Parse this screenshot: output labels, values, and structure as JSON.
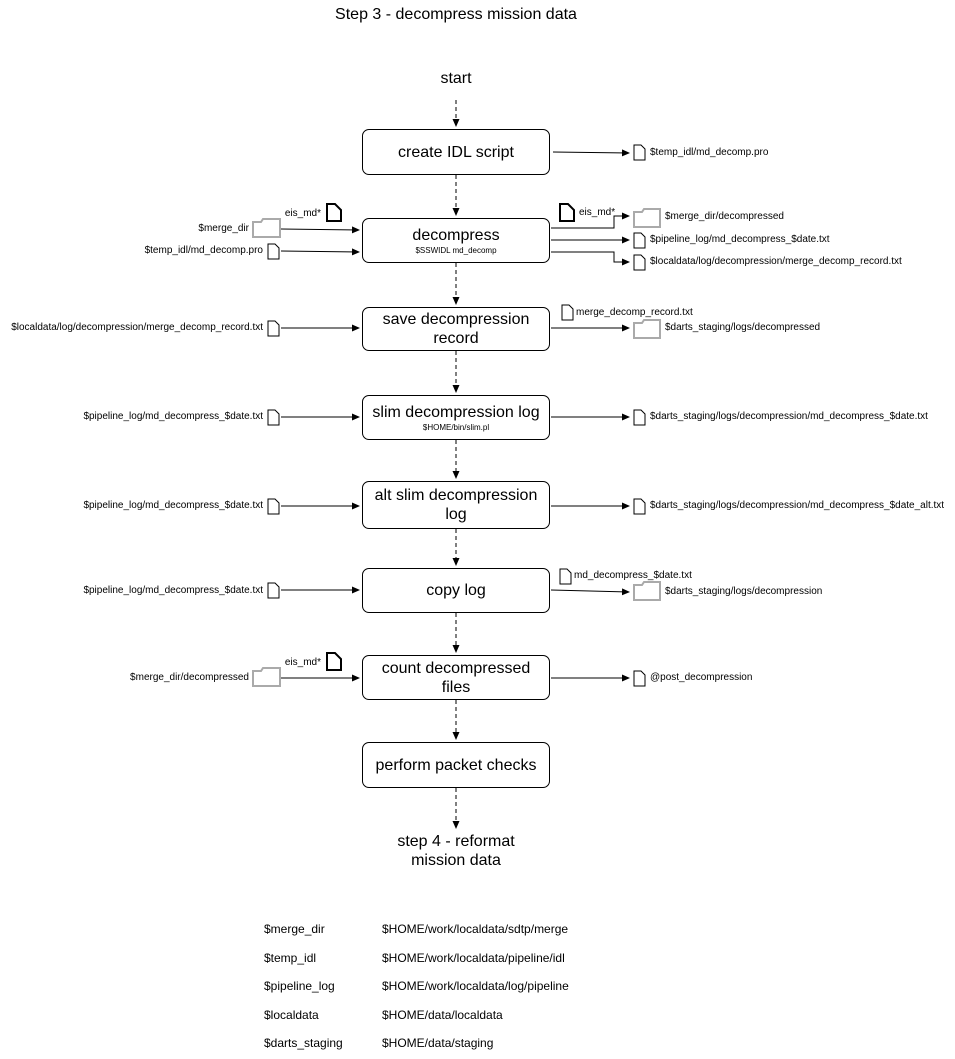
{
  "title": "Step 3 - decompress mission data",
  "start": "start",
  "end": [
    "step 4 - reformat",
    "mission data"
  ],
  "steps": [
    {
      "label": "create IDL script",
      "sub": ""
    },
    {
      "label": "decompress",
      "sub": "$SSWIDL md_decomp"
    },
    {
      "label_lines": [
        "save decompression",
        "record"
      ]
    },
    {
      "label": "slim decompression log",
      "sub": "$HOME/bin/slim.pl"
    },
    {
      "label_lines": [
        "alt slim decompression",
        "log"
      ]
    },
    {
      "label": "copy log"
    },
    {
      "label_lines": [
        "count decompressed",
        "files"
      ]
    },
    {
      "label": "perform packet checks"
    }
  ],
  "inputs": {
    "merge_dir": "$merge_dir",
    "temp_idl_pro": "$temp_idl/md_decomp.pro",
    "eis_md": "eis_md*",
    "merge_record": "$localdata/log/decompression/merge_decomp_record.txt",
    "pipeline_log_1": "$pipeline_log/md_decompress_$date.txt",
    "pipeline_log_2": "$pipeline_log/md_decompress_$date.txt",
    "pipeline_log_3": "$pipeline_log/md_decompress_$date.txt",
    "merge_decompressed": "$merge_dir/decompressed",
    "eis_md_2": "eis_md*"
  },
  "outputs": {
    "temp_idl_pro": "$temp_idl/md_decomp.pro",
    "eis_md": "eis_md*",
    "merge_decompressed": "$merge_dir/decompressed",
    "pipeline_log": "$pipeline_log/md_decompress_$date.txt",
    "merge_record": "$localdata/log/decompression/merge_decomp_record.txt",
    "merge_record_file": "merge_decomp_record.txt",
    "staging_decompressed": "$darts_staging/logs/decompressed",
    "staging_slim": "$darts_staging/logs/decompression/md_decompress_$date.txt",
    "staging_alt": "$darts_staging/logs/decompression/md_decompress_$date_alt.txt",
    "copy_file": "md_decompress_$date.txt",
    "staging_decompression": "$darts_staging/logs/decompression",
    "post_decompression": "@post_decompression"
  },
  "variables": [
    {
      "name": "$merge_dir",
      "value": "$HOME/work/localdata/sdtp/merge"
    },
    {
      "name": "$temp_idl",
      "value": "$HOME/work/localdata/pipeline/idl"
    },
    {
      "name": "$pipeline_log",
      "value": "$HOME/work/localdata/log/pipeline"
    },
    {
      "name": "$localdata",
      "value": "$HOME/data/localdata"
    },
    {
      "name": "$darts_staging",
      "value": "$HOME/data/staging"
    }
  ]
}
